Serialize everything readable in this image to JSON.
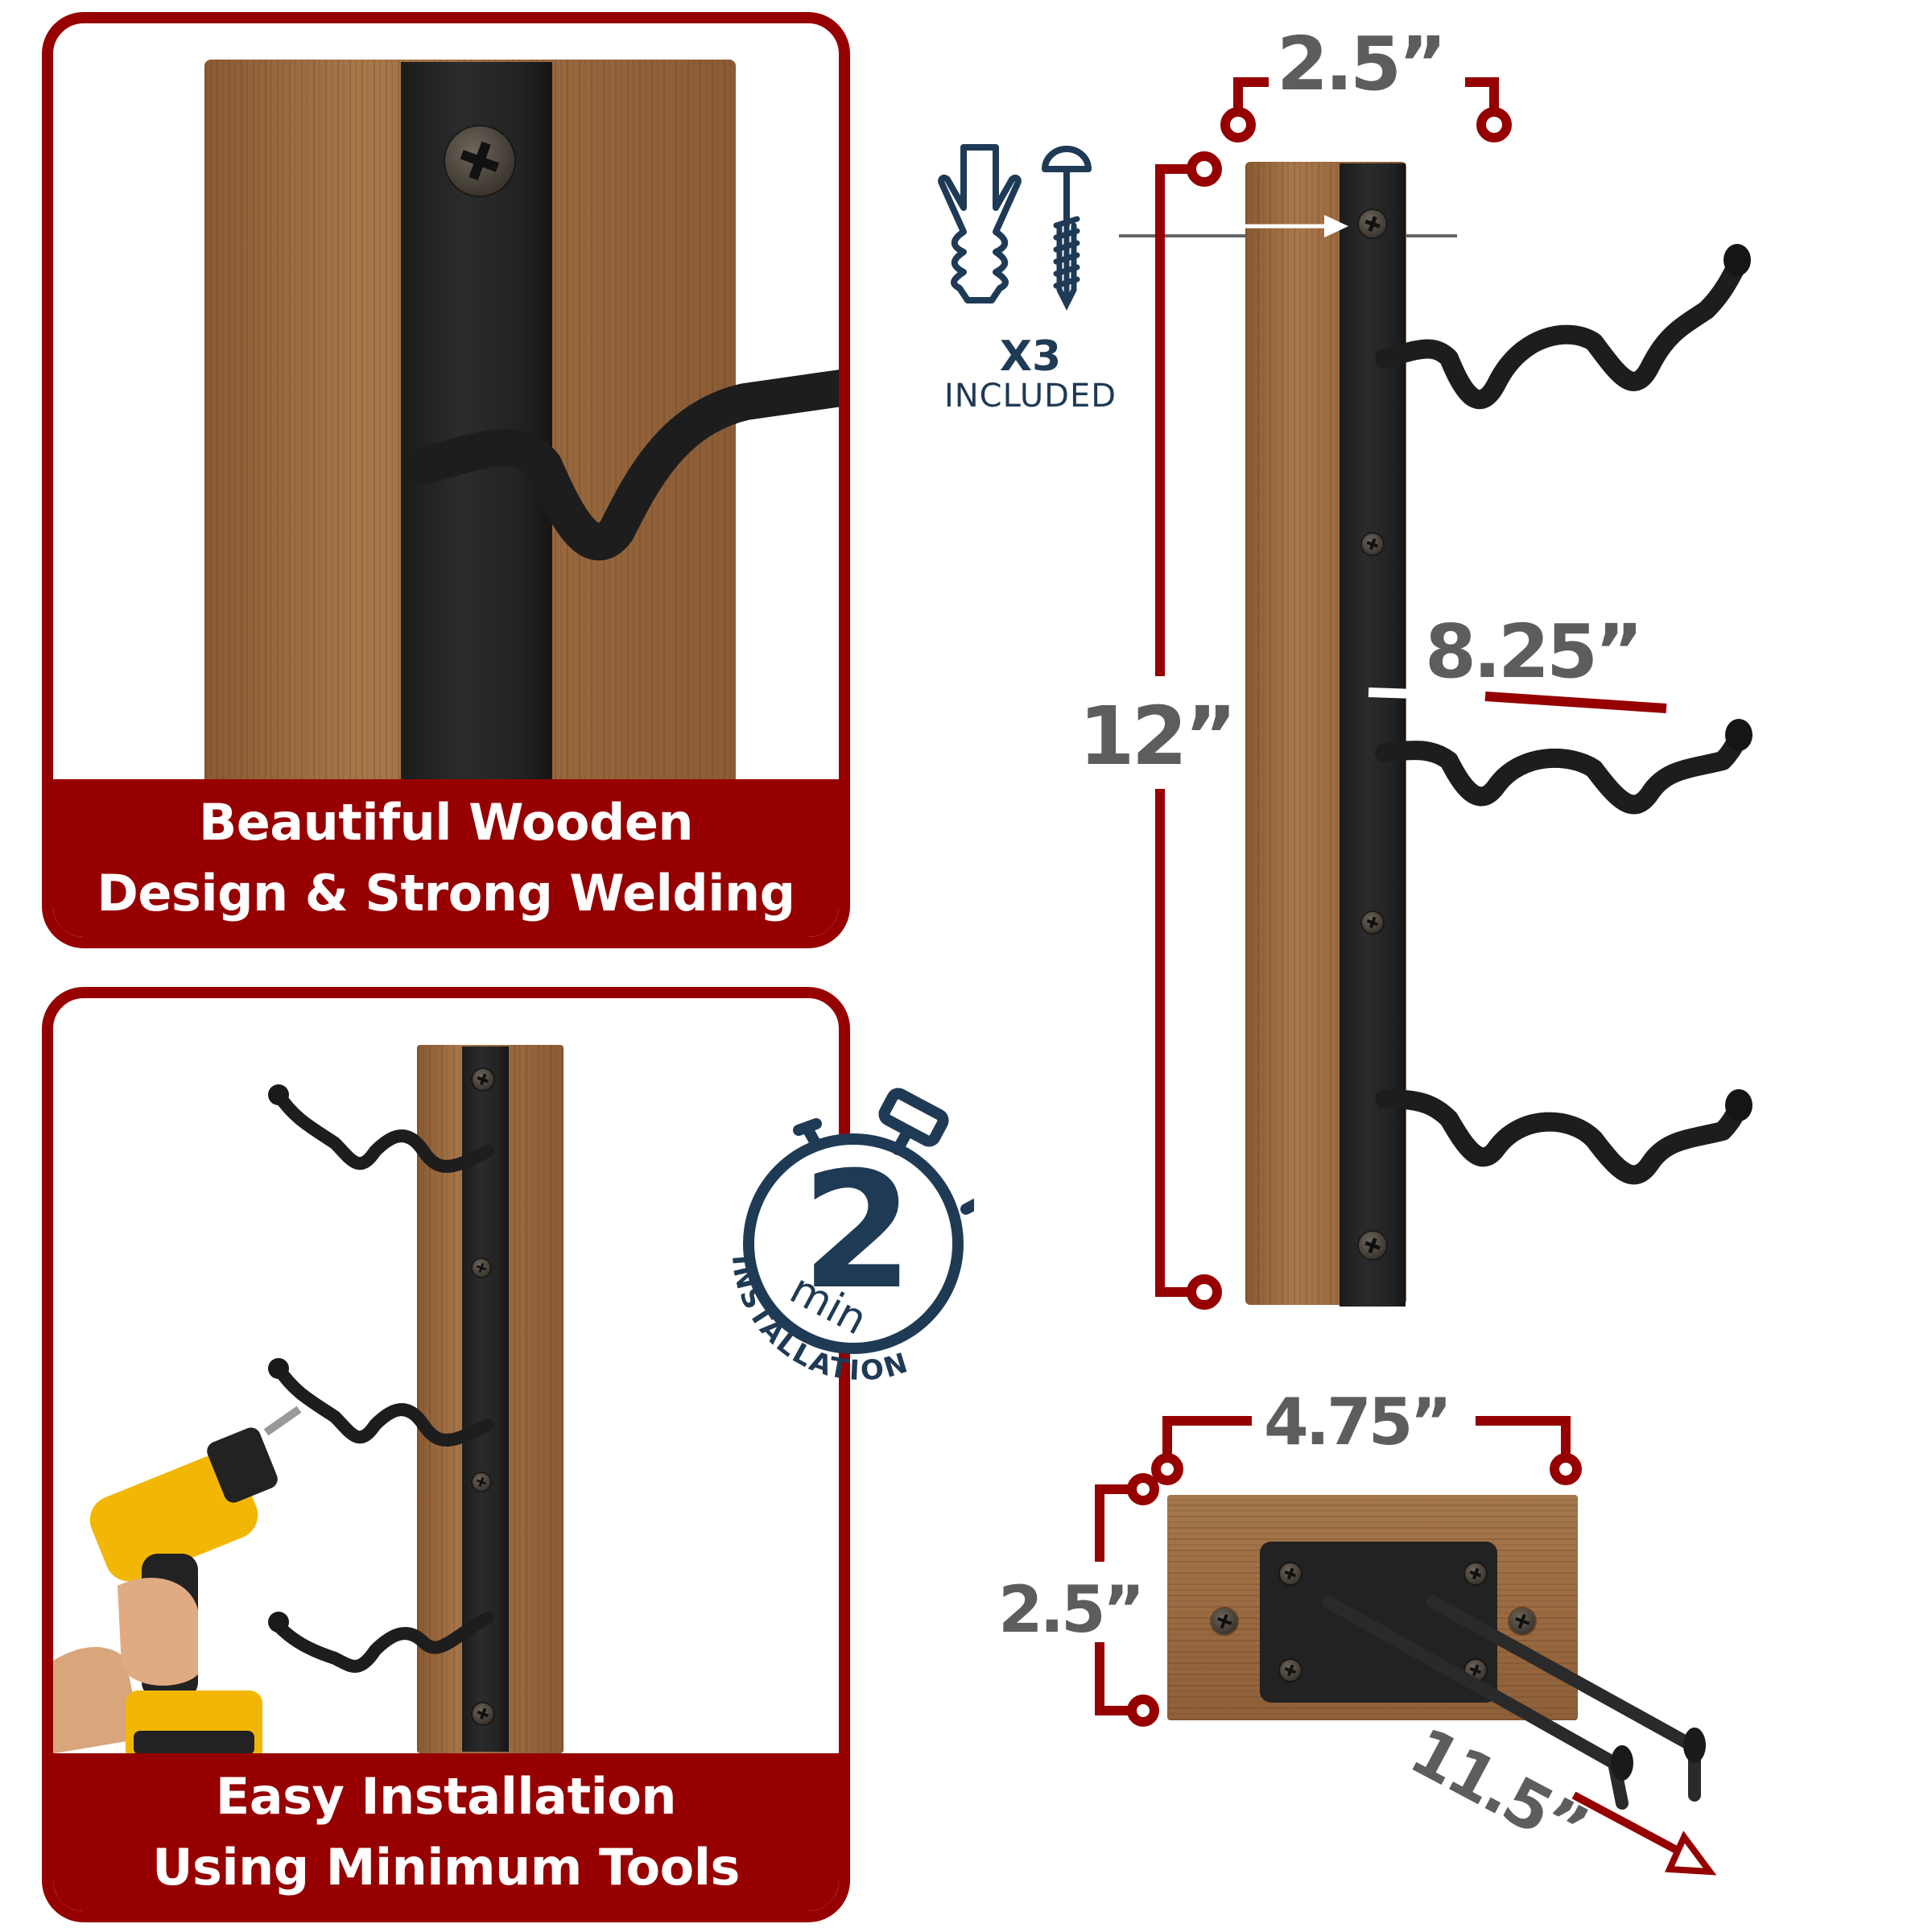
{
  "features": [
    {
      "caption_line1": "Beautiful Wooden",
      "caption_line2": "Design & Strong Welding"
    },
    {
      "caption_line1": "Easy Installation",
      "caption_line2": "Using Minimum Tools"
    }
  ],
  "hardware": {
    "quantity": "X3",
    "label": "INCLUDED"
  },
  "badge": {
    "number": "2",
    "unit": "min",
    "label": "INSTALLATION"
  },
  "dimensions": {
    "rack_width": "2.5”",
    "rack_height": "12”",
    "hook_length": "8.25”",
    "mount_width": "4.75”",
    "mount_height": "2.5”",
    "arm_length": "11.5”"
  },
  "colors": {
    "brand_red": "#960000",
    "navy": "#1f3a55",
    "dimension_gray": "#5d5d5d",
    "strap_black": "#222222"
  }
}
